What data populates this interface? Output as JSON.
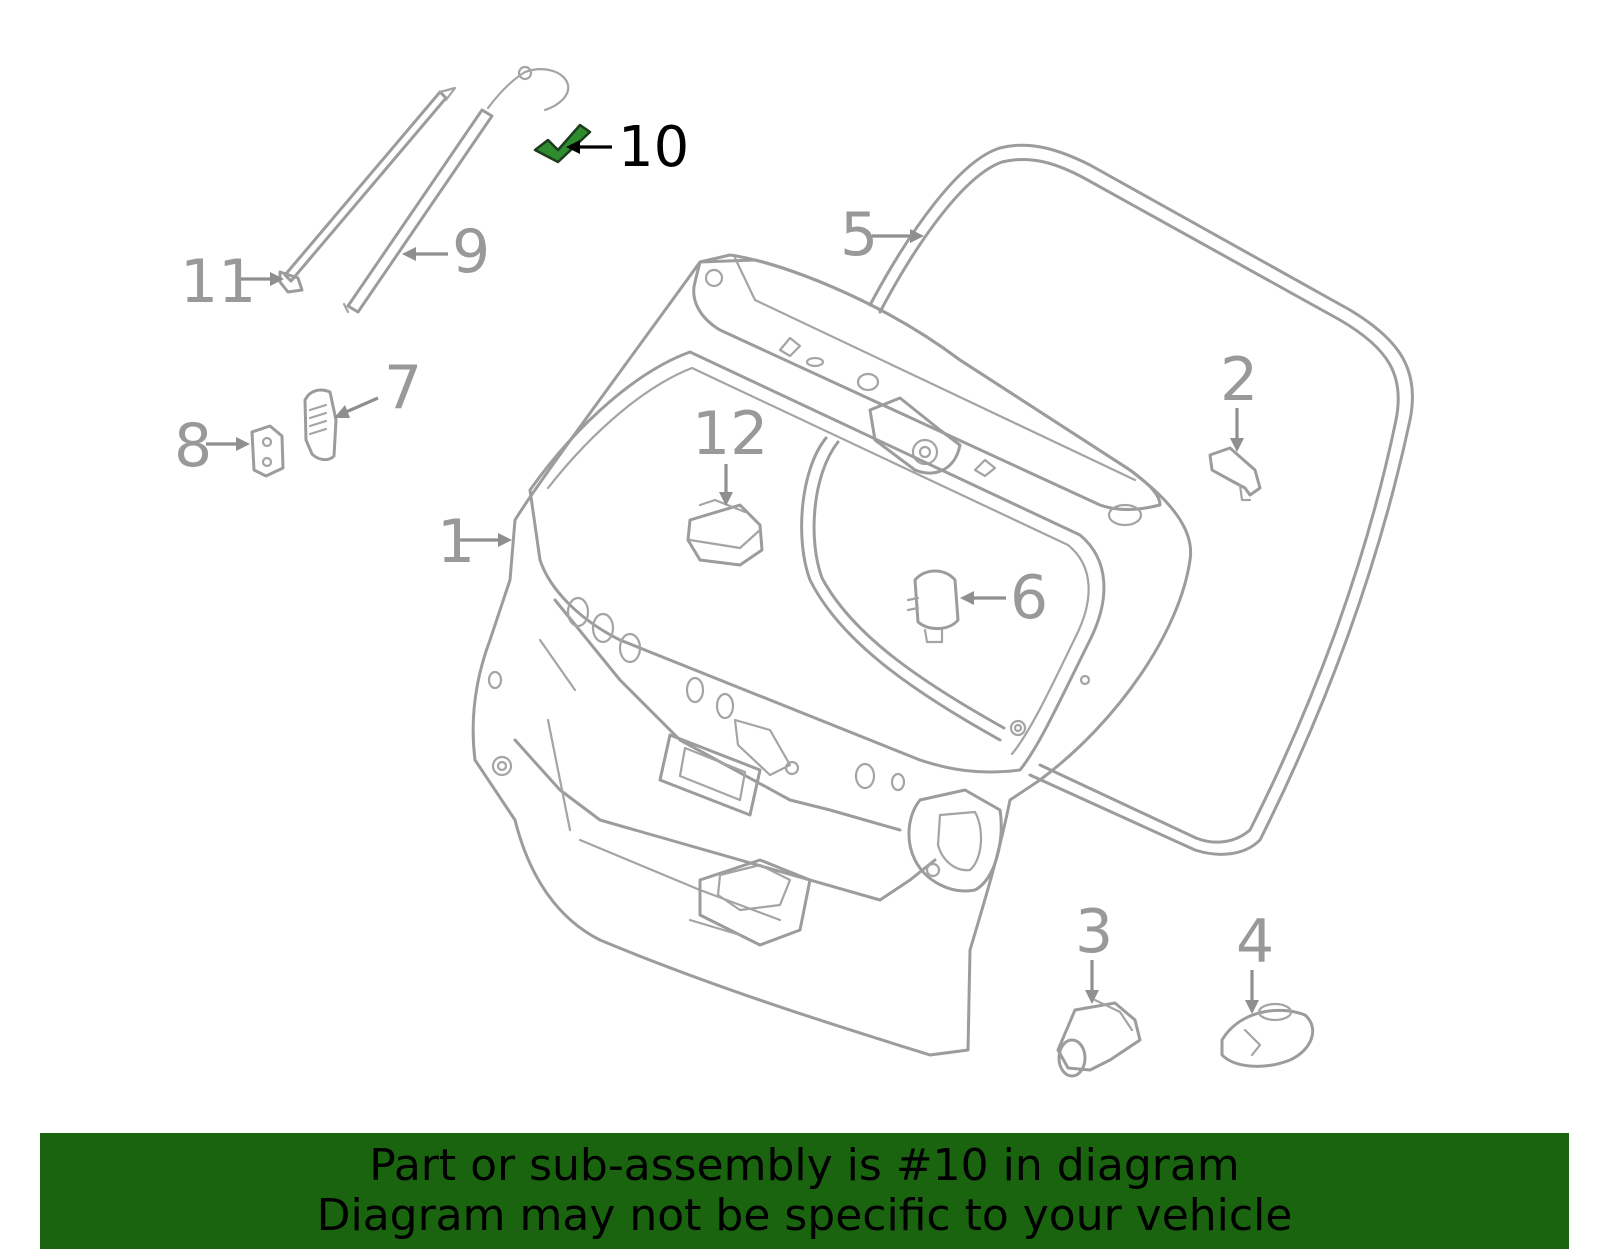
{
  "diagram": {
    "highlight_color": "#2e8b2e",
    "line_color": "#9c9c9c",
    "callouts": [
      {
        "id": "1",
        "label": "1"
      },
      {
        "id": "2",
        "label": "2"
      },
      {
        "id": "3",
        "label": "3"
      },
      {
        "id": "4",
        "label": "4"
      },
      {
        "id": "5",
        "label": "5"
      },
      {
        "id": "6",
        "label": "6"
      },
      {
        "id": "7",
        "label": "7"
      },
      {
        "id": "8",
        "label": "8"
      },
      {
        "id": "9",
        "label": "9"
      },
      {
        "id": "10",
        "label": "10",
        "highlighted": true
      },
      {
        "id": "11",
        "label": "11"
      },
      {
        "id": "12",
        "label": "12"
      }
    ]
  },
  "banner": {
    "background": "#1a6410",
    "line1": "Part or sub-assembly is #10 in diagram",
    "line2": "Diagram may not be specific to your vehicle"
  }
}
